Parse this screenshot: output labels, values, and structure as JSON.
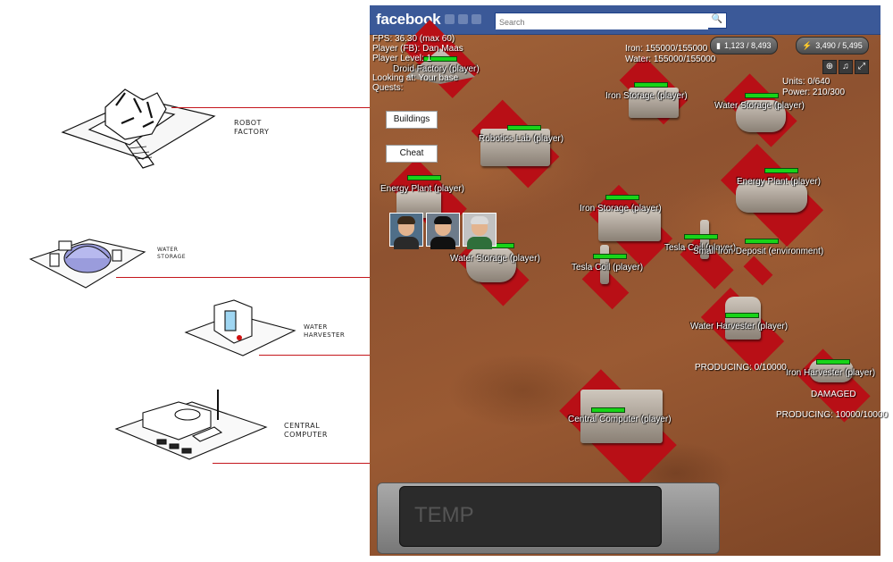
{
  "sketch_labels": {
    "robot_factory": "Robot\nFactory",
    "water_storage": "Water\nStorage",
    "water_harvester": "Water\nHarvester",
    "central_computer": "Central\nComputer"
  },
  "facebook": {
    "logo": "facebook",
    "search_placeholder": "Search"
  },
  "hud": {
    "fps": "FPS: 36.30 (max 60)",
    "player": "Player (FB): Dan Maas",
    "level": "Player Level: 1",
    "looking_at": "Looking at: Your base",
    "quests": "Quests:"
  },
  "resources": {
    "iron_pill": "1,123 / 8,493",
    "energy_pill": "3,490 / 5,495",
    "iron": "Iron: 155000/155000",
    "water": "Water: 155000/155000",
    "units": "Units: 0/640",
    "power": "Power: 210/300"
  },
  "buttons": {
    "buildings": "Buildings",
    "cheat": "Cheat"
  },
  "buildings": {
    "droid_factory": "Droid Factory (player)",
    "iron_storage_1": "Iron Storage (player)",
    "water_storage_1": "Water Storage (player)",
    "robotics_lab": "Robotics Lab (player)",
    "energy_plant_1": "Energy Plant (player)",
    "energy_plant_2": "Energy Plant (player)",
    "iron_storage_2": "Iron Storage (player)",
    "tesla_coil_1": "Tesla Coil (player)",
    "tesla_coil_2": "Tesla Coil (player)",
    "iron_deposit": "Small Iron Deposit (environment)",
    "water_storage_2": "Water Storage (player)",
    "water_harvester": "Water Harvester (player)",
    "iron_harvester": "Iron Harvester (player)",
    "central_computer": "Central Computer (player)"
  },
  "status": {
    "producing_1": "PRODUCING: 0/10000",
    "damaged": "DAMAGED",
    "producing_2": "PRODUCING: 10000/10000"
  },
  "temp_text": "TEMP",
  "colors": {
    "pad": "#b80f16",
    "connector": "#c4161c",
    "fb_blue": "#3b5998",
    "health": "#18d418"
  },
  "icons": {
    "iron": "iron-icon",
    "energy": "lightning-icon",
    "zoom": "zoom-icon",
    "music": "music-icon",
    "fullscreen": "fullscreen-icon"
  }
}
